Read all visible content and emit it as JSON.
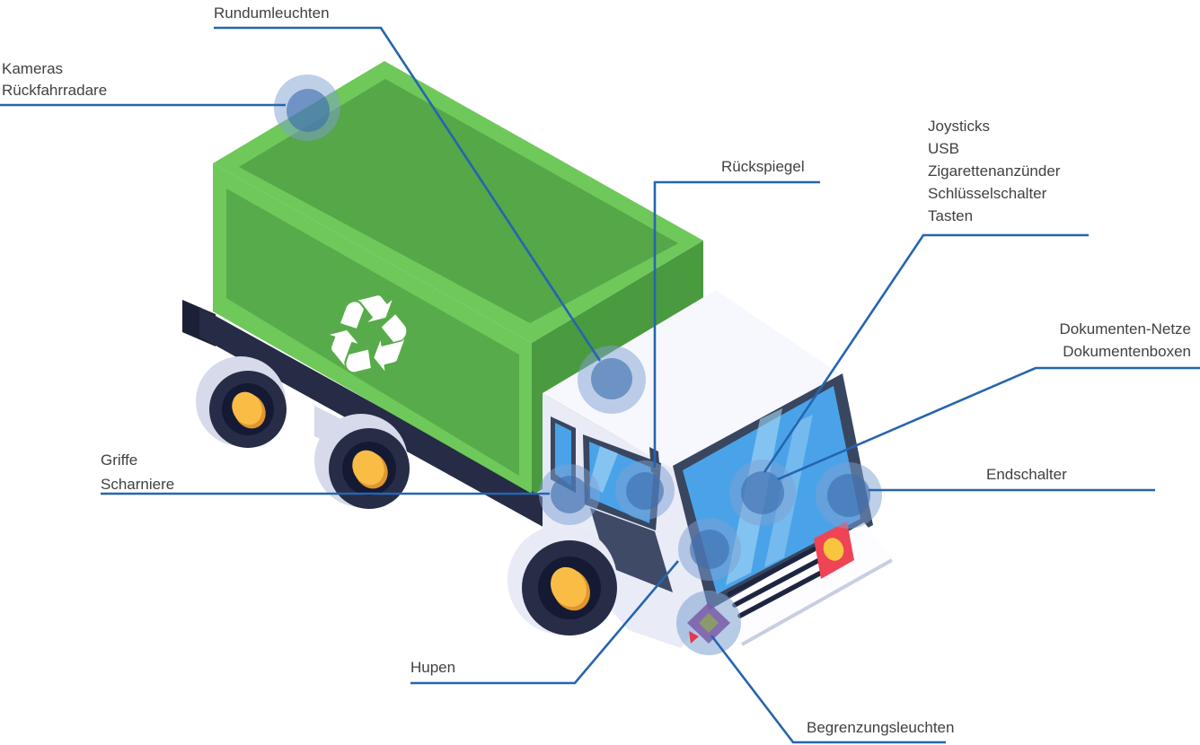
{
  "diagram": {
    "subject": "recycling-truck-annotated-diagram",
    "labels": [
      {
        "id": "rundumleuchten",
        "lines": [
          "Rundumleuchten"
        ]
      },
      {
        "id": "kameras",
        "lines": [
          "Kameras",
          "Rückfahrradare"
        ]
      },
      {
        "id": "rueckspiegel",
        "lines": [
          "Rückspiegel"
        ]
      },
      {
        "id": "cockpit",
        "lines": [
          "Joysticks",
          "USB",
          "Zigarettenanzünder",
          "Schlüsselschalter",
          "Tasten"
        ]
      },
      {
        "id": "dokumente",
        "lines": [
          "Dokumenten-Netze",
          "Dokumentenboxen"
        ]
      },
      {
        "id": "endschalter",
        "lines": [
          "Endschalter"
        ]
      },
      {
        "id": "griffe",
        "lines": [
          "Griffe",
          "Scharniere"
        ]
      },
      {
        "id": "hupen",
        "lines": [
          "Hupen"
        ]
      },
      {
        "id": "begrenzungsleuchten",
        "lines": [
          "Begrenzungsleuchten"
        ]
      }
    ],
    "icons": {
      "recycling_symbol": "♻",
      "marker_dots": [
        "marker-kameras-rueckfahrradare",
        "marker-rundumleuchten",
        "marker-griffe-scharniere",
        "marker-rueckspiegel",
        "marker-cockpit-dokumente",
        "marker-endschalter",
        "marker-hupen",
        "marker-begrenzungsleuchte"
      ]
    },
    "palette": {
      "leader_line": "#2565b0",
      "label_text": "#414042",
      "container_green": "#5db44e",
      "container_green_dark": "#55a748",
      "container_green_light": "#6fc85a",
      "chassis_navy": "#262c45",
      "cab_body": "#e9ebf7",
      "cab_roof": "#f7f8fd",
      "window_frame": "#39465f",
      "glass_blue": "#4aa3e8",
      "wheel_hub_yellow": "#f9bd45",
      "signal_red": "#ef4456",
      "signal_yellow": "#f9c53f",
      "marker_fill": "#3d6eaf",
      "marker_halo": "#7da0d2",
      "corner_light_purple": "#7b5ea7",
      "corner_light_olive": "#8b9a6b"
    }
  }
}
